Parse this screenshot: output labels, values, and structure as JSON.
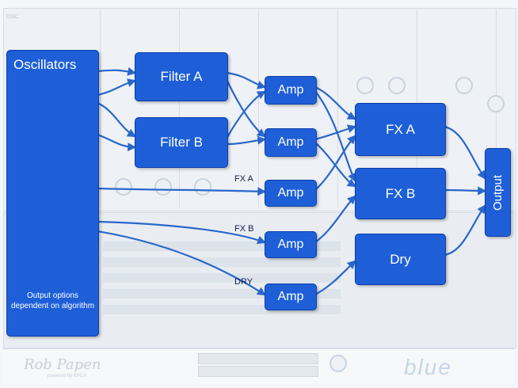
{
  "diagram": {
    "oscillators": {
      "title": "Oscillators",
      "note": "Output options dependent on algorithm"
    },
    "filter_a": "Filter A",
    "filter_b": "Filter B",
    "amp_label": "Amp",
    "fx_a": "FX A",
    "fx_b": "FX B",
    "dry": "Dry",
    "output": "Output",
    "send_labels": {
      "fx_a": "FX A",
      "fx_b": "FX B",
      "dry": "DRY"
    }
  },
  "colors": {
    "node_fill": "#1e5fd8",
    "node_border": "#0d3ea8",
    "wire": "#2a67c9",
    "label": "#0d1b4d"
  },
  "background": {
    "brand": "Rob Papen",
    "brand_sub": "powered by RPCX",
    "product": "blue",
    "section": "OSC"
  },
  "icons": [
    "arrow-icon"
  ]
}
